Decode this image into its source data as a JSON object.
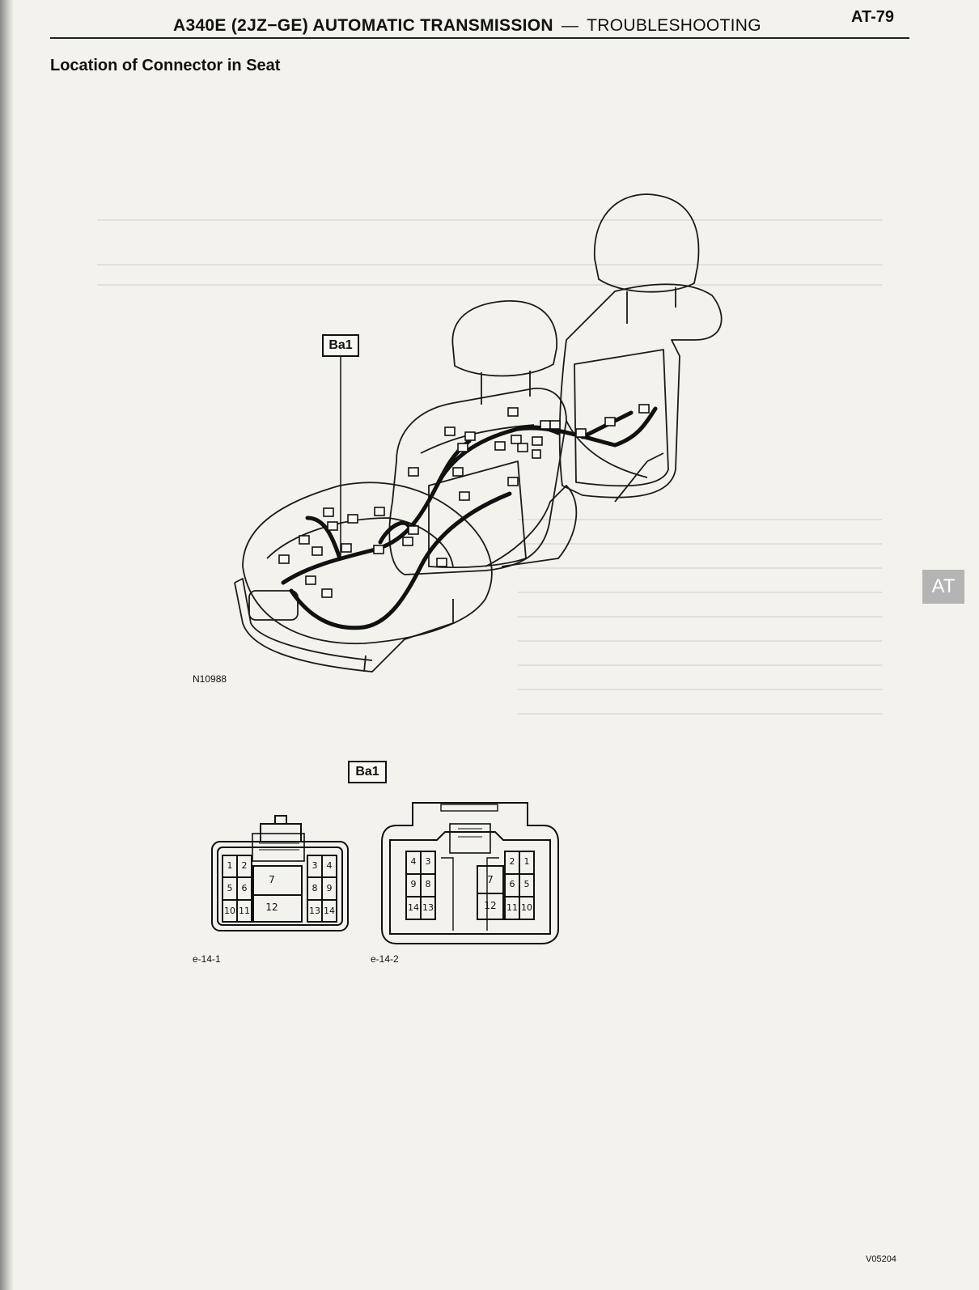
{
  "header": {
    "title": "A340E (2JZ−GE) AUTOMATIC TRANSMISSION",
    "separator": "—",
    "subtitle": "TROUBLESHOOTING",
    "page_number": "AT-79"
  },
  "section_heading": "Location of Connector in Seat",
  "seat_figure": {
    "connector_label": "Ba1",
    "figure_code": "N10988"
  },
  "connector_figures": {
    "label": "Ba1",
    "left": {
      "code": "e-14-1",
      "pins": [
        "1",
        "2",
        "3",
        "4",
        "5",
        "6",
        "7",
        "8",
        "9",
        "10",
        "11",
        "12",
        "13",
        "14"
      ]
    },
    "right": {
      "code": "e-14-2",
      "pins": [
        "1",
        "2",
        "3",
        "4",
        "5",
        "6",
        "7",
        "8",
        "9",
        "10",
        "11",
        "12",
        "13",
        "14"
      ]
    }
  },
  "side_tab": "AT",
  "footer_code": "V05204"
}
